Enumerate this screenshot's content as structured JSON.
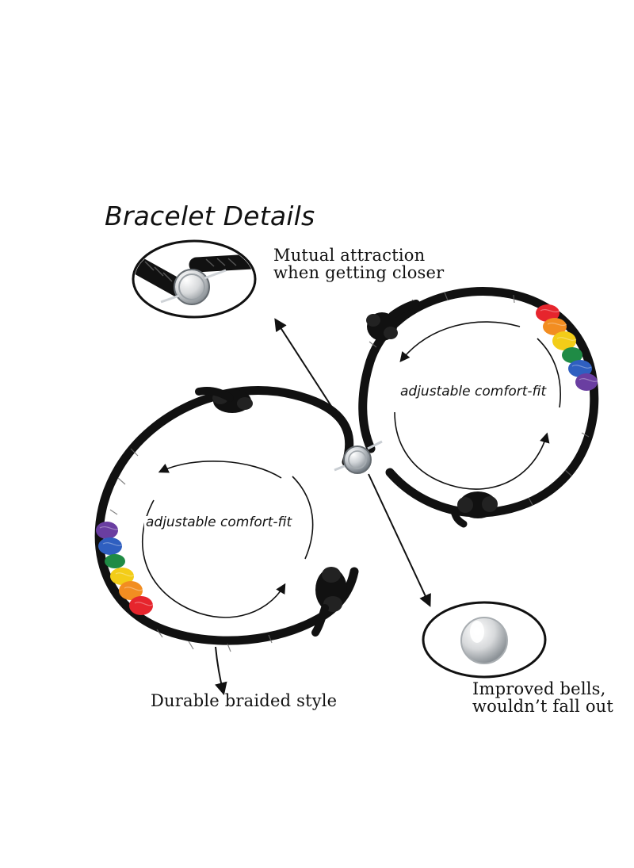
{
  "title": "Bracelet Details",
  "callouts": {
    "magnet": {
      "line1": "Mutual attraction",
      "line2": "when getting closer"
    },
    "braid": "Durable braided style",
    "bells": {
      "line1": "Improved bells,",
      "line2": "wouldn’t fall out"
    }
  },
  "adjustable_labels": {
    "left": "adjustable comfort-fit",
    "right": "adjustable comfort-fit"
  },
  "colors": {
    "cord": "#111111",
    "magnet": "#c9ced3",
    "red": "#e6252d",
    "orange": "#f28d21",
    "yellow": "#f3cd18",
    "green": "#1f8b45",
    "blue": "#2f5fc0",
    "purple": "#6a3ea1"
  }
}
